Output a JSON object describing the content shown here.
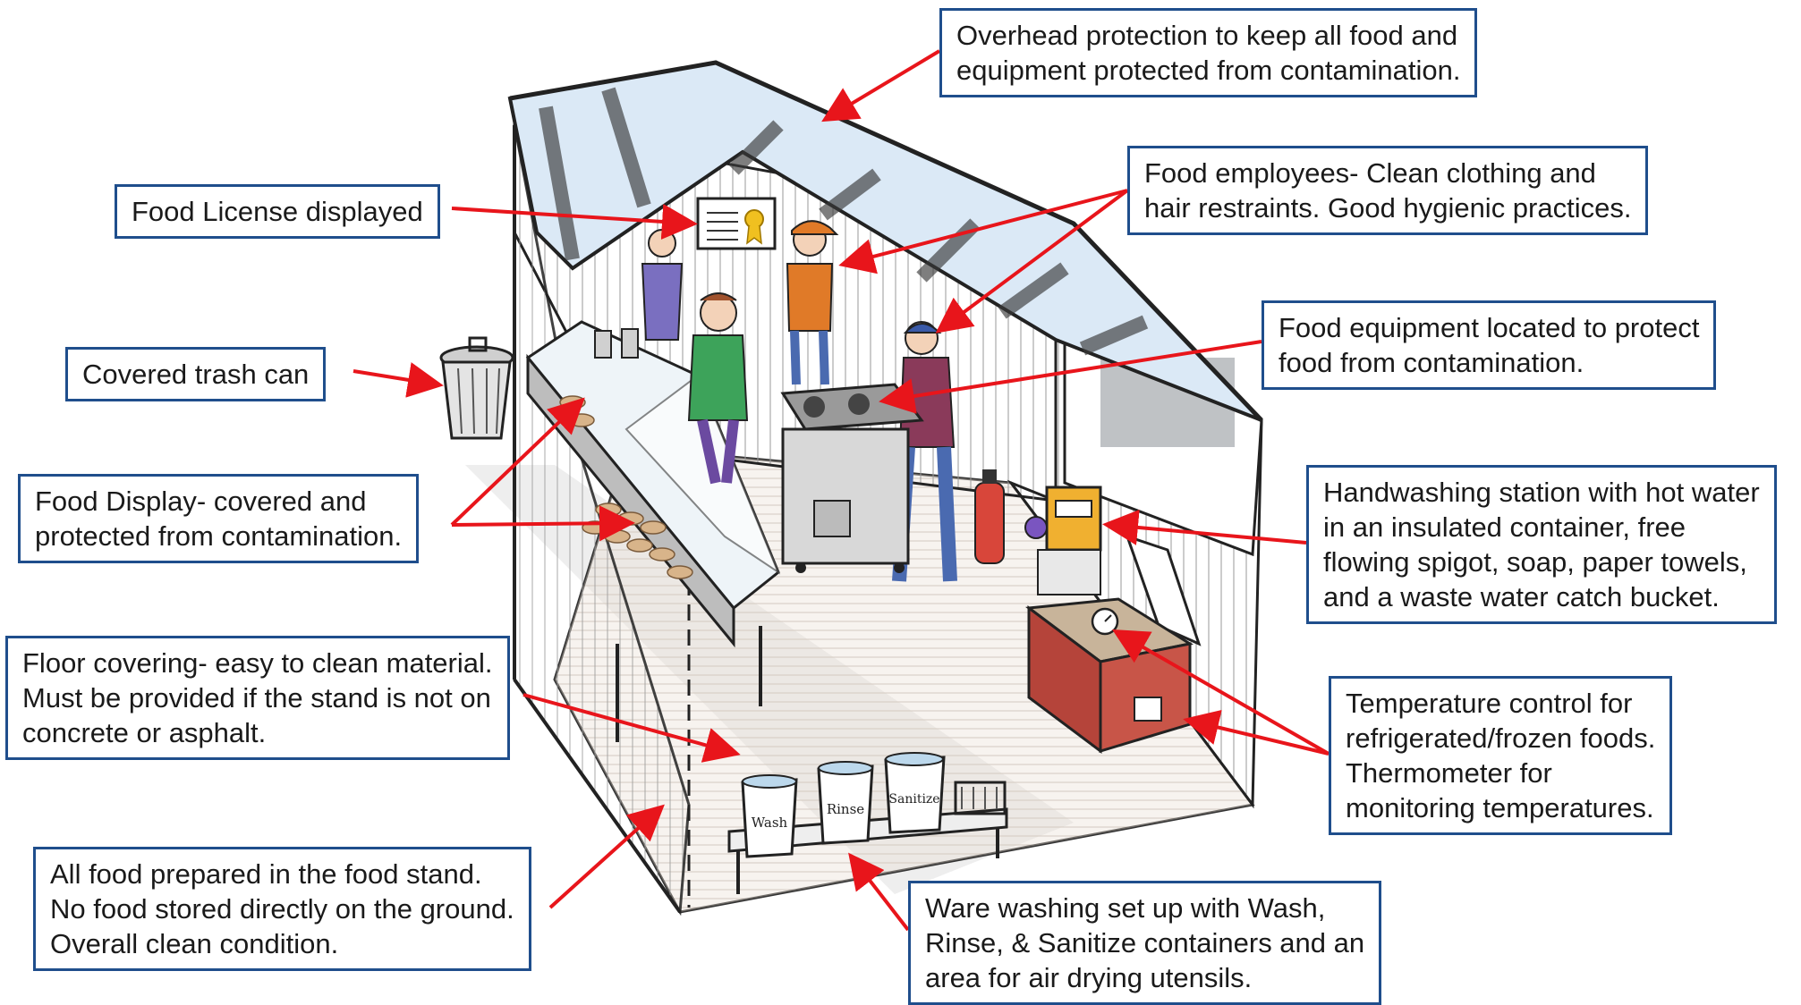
{
  "colors": {
    "arrow": "#e8151b",
    "box_border": "#1f4e8c",
    "text": "#1a1a1a"
  },
  "callouts": {
    "overhead": {
      "lines": [
        "Overhead protection to keep all food and",
        "equipment protected from contamination."
      ]
    },
    "license": {
      "lines": [
        "Food License displayed"
      ]
    },
    "employees": {
      "lines": [
        "Food employees- Clean clothing and",
        "hair restraints. Good hygienic practices."
      ]
    },
    "trash": {
      "lines": [
        "Covered trash can"
      ]
    },
    "equipment": {
      "lines": [
        "Food equipment located to protect",
        "food from contamination."
      ]
    },
    "display": {
      "lines": [
        "Food Display- covered and",
        "protected from contamination."
      ]
    },
    "handwash": {
      "lines": [
        "Handwashing station with hot water",
        "in an insulated container, free",
        "flowing spigot, soap, paper towels,",
        "and a waste water catch bucket."
      ]
    },
    "floor": {
      "lines": [
        "Floor covering- easy to clean material.",
        "Must be provided if the stand is not on",
        "concrete or asphalt."
      ]
    },
    "temperature": {
      "lines": [
        "Temperature control for",
        "refrigerated/frozen foods.",
        "Thermometer for",
        "monitoring temperatures."
      ]
    },
    "prepared": {
      "lines": [
        "All food prepared in the food stand.",
        "No food stored directly on the ground.",
        "Overall clean condition."
      ]
    },
    "warewash": {
      "lines": [
        "Ware washing set up with Wash,",
        "Rinse, & Sanitize containers and an",
        "area for air drying utensils."
      ]
    }
  },
  "bin_labels": {
    "wash": "Wash",
    "rinse": "Rinse",
    "sanitize": "Sanitize"
  }
}
